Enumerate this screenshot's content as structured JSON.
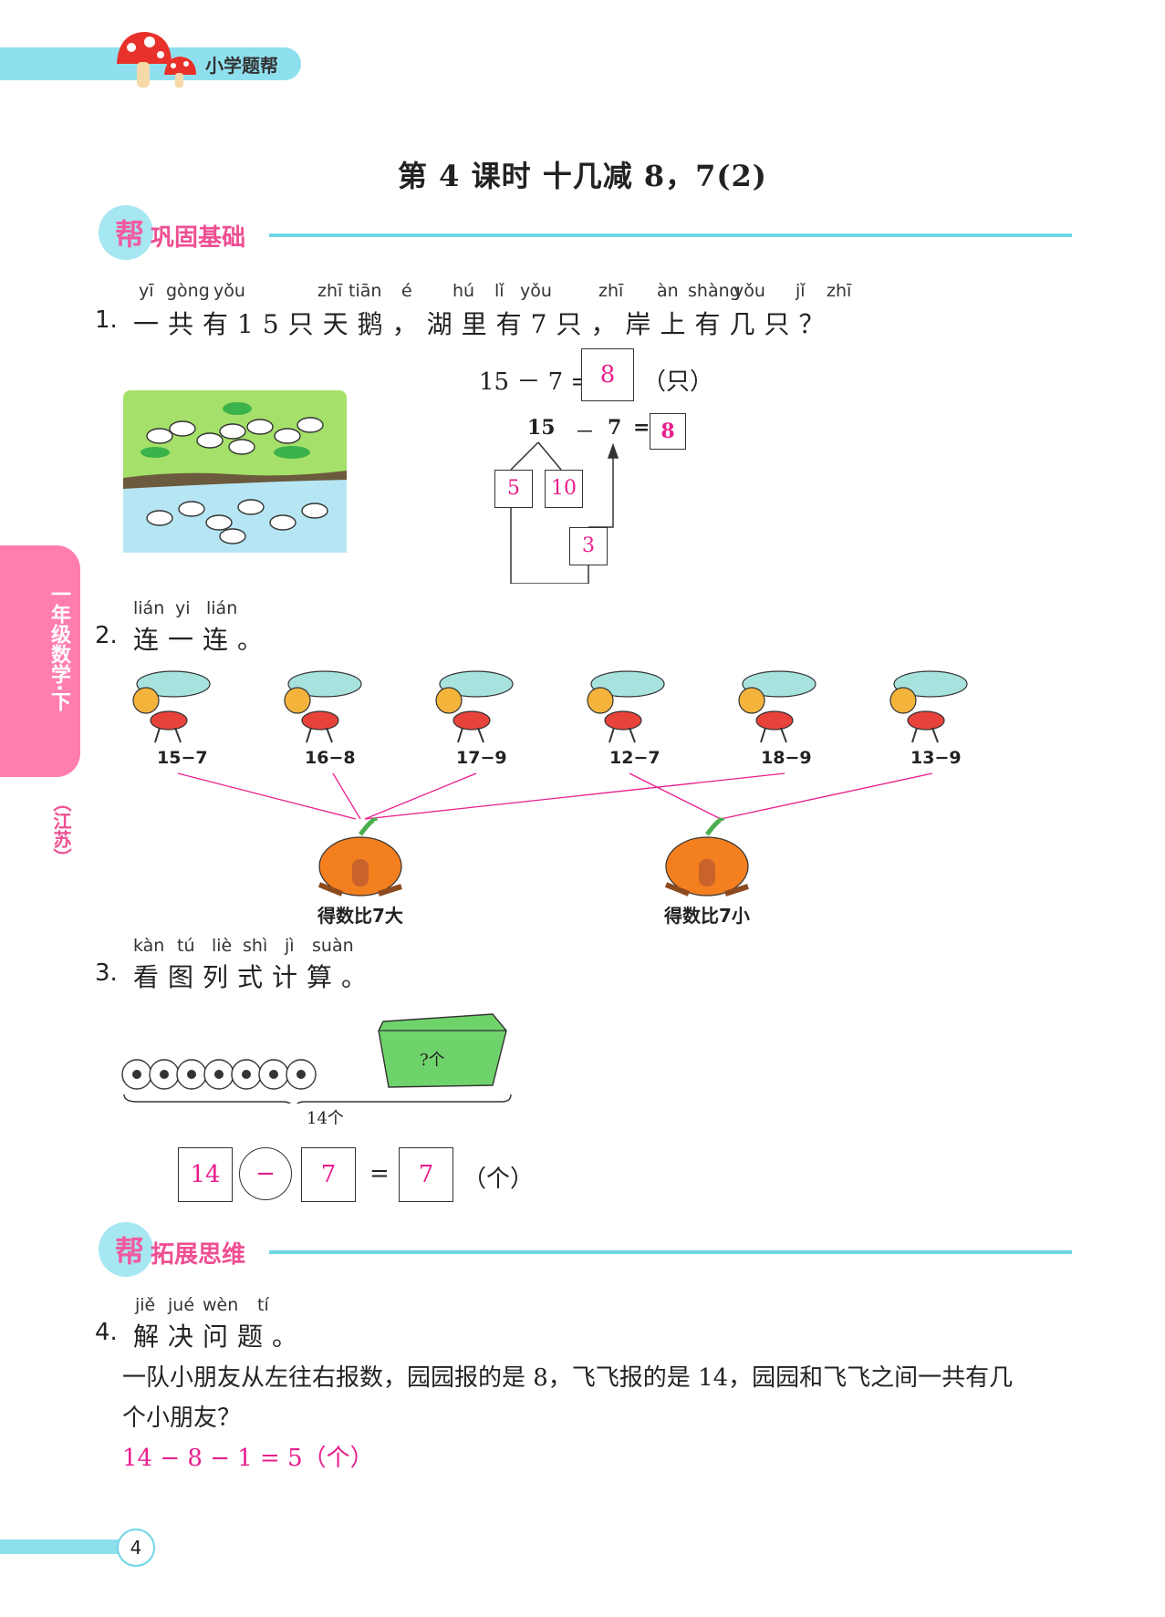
{
  "header": {
    "brand": "小学题帮"
  },
  "title": "第 4 课时   十几减 8，7(2)",
  "sections": [
    {
      "bang": "帮",
      "name": "巩固基础"
    },
    {
      "bang": "帮",
      "name": "拓展思维"
    }
  ],
  "side": {
    "grade": "一年级数学·下",
    "region": "（江苏）"
  },
  "q1": {
    "num": "1.",
    "pinyin": [
      "yī",
      "gòng",
      "yǒu",
      "zhī",
      "tiān",
      "é",
      "hú",
      "lǐ",
      "yǒu",
      "zhī",
      "àn",
      "shàng",
      "yǒu",
      "jǐ",
      "zhī"
    ],
    "text": "一共有15只天鹅，湖里有7只，岸上有几只？",
    "equation_left": "15 － 7 =",
    "answer": "8",
    "unit": "（只）",
    "split_a": "15",
    "split_minus": "－",
    "split_b": "7",
    "split_eq": "=",
    "split_answer": "8",
    "split_parts": [
      "5",
      "10"
    ],
    "split_sub": "3"
  },
  "q2": {
    "num": "2.",
    "pinyin": [
      "lián",
      "yi",
      "lián"
    ],
    "text": "连一连。",
    "expressions": [
      "15−7",
      "16−8",
      "17−9",
      "12−7",
      "18−9",
      "13−9"
    ],
    "targets": [
      "得数比7大",
      "得数比7小"
    ]
  },
  "q3": {
    "num": "3.",
    "pinyin": [
      "kàn",
      "tú",
      "liè",
      "shì",
      "jì",
      "suàn"
    ],
    "text": "看图列式计算。",
    "box_label": "?个",
    "total_label": "14个",
    "a": "14",
    "op": "−",
    "b": "7",
    "eq": "=",
    "answer": "7",
    "unit": "（个）"
  },
  "q4": {
    "num": "4.",
    "pinyin": [
      "jiě",
      "jué",
      "wèn",
      "tí"
    ],
    "text": "解决问题。",
    "body_line1": "一队小朋友从左往右报数，园园报的是 8，飞飞报的是 14，园园和飞飞之间一共有几",
    "body_line2": "个小朋友？",
    "answer": "14 − 8 − 1 = 5（个）"
  },
  "footer": {
    "page": "4"
  }
}
